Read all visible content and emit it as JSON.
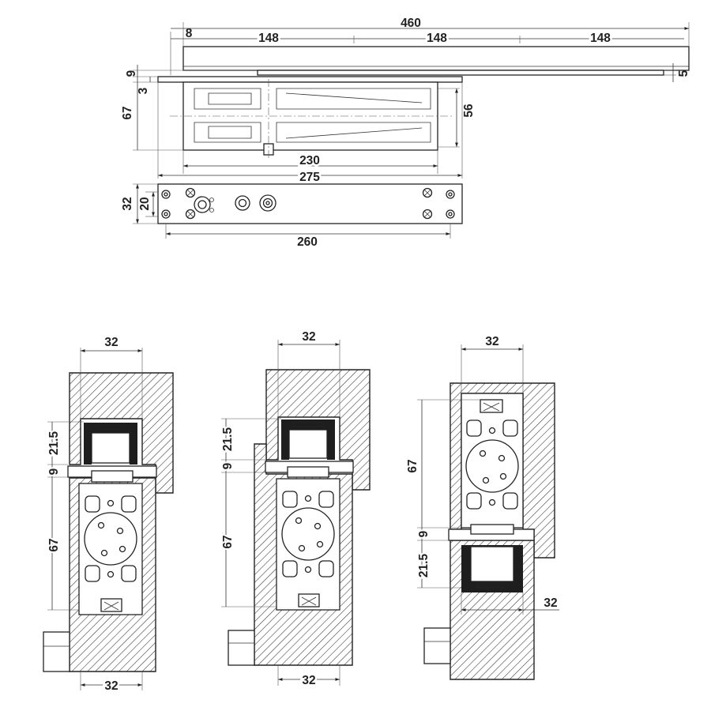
{
  "top_view": {
    "overall_length": "460",
    "offset": "8",
    "segment_1": "148",
    "segment_2": "148",
    "segment_3": "148",
    "arm_height": "9",
    "arm_offset": "3",
    "arm_end": "5",
    "body_height": "67",
    "inner_height": "56",
    "inner_length": "230",
    "body_length": "275"
  },
  "plan_view": {
    "height": "32",
    "inner": "20",
    "length": "260"
  },
  "sections": [
    {
      "top_width": "32",
      "d1": "21.5",
      "d2": "9",
      "body": "67",
      "bottom_width": "32"
    },
    {
      "top_width": "32",
      "d1": "21.5",
      "d2": "9",
      "body": "67",
      "bottom_width": "32"
    },
    {
      "top_width": "32",
      "body": "67",
      "d2": "9",
      "d1": "21.5",
      "bottom_width": "32"
    }
  ]
}
